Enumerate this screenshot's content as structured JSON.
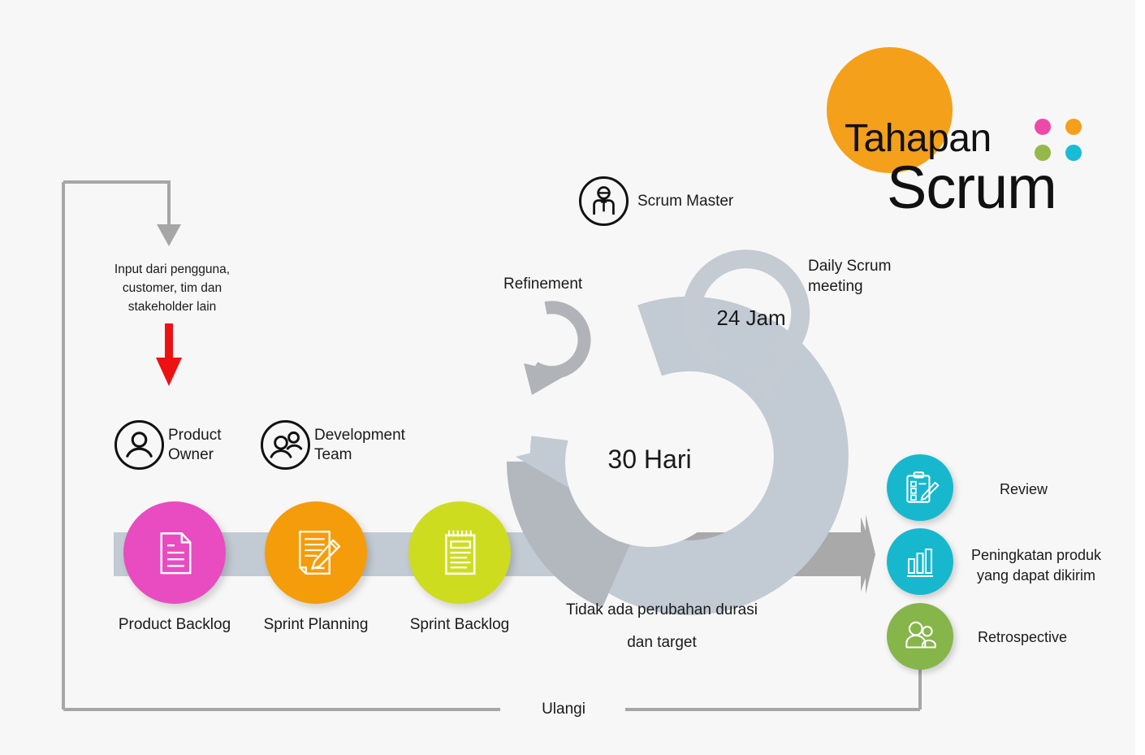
{
  "title": {
    "line1": "Tahapan",
    "line2": "Scrum",
    "dots": [
      {
        "name": "pink",
        "color": "#ec4aa8"
      },
      {
        "name": "orange",
        "color": "#f4a01b"
      },
      {
        "name": "green",
        "color": "#96b84a"
      },
      {
        "name": "cyan",
        "color": "#19bcd6"
      }
    ],
    "circle_color": "#f4a01b"
  },
  "input": {
    "note_line1": "Input dari pengguna,",
    "note_line2": "customer,  tim dan",
    "note_line3": "stakeholder lain",
    "arrow_color": "#ee1111",
    "connector_color": "#a6a6a6"
  },
  "roles": [
    {
      "id": "product-owner",
      "label_line1": "Product",
      "label_line2": "Owner",
      "icon": "person-icon"
    },
    {
      "id": "development-team",
      "label_line1": "Development",
      "label_line2": "Team",
      "icon": "people-icon"
    },
    {
      "id": "scrum-master",
      "label": "Scrum Master",
      "icon": "person-tie-icon"
    }
  ],
  "pipeline": [
    {
      "id": "product-backlog",
      "caption": "Product Backlog",
      "color": "#e84cc0",
      "icon": "document-icon"
    },
    {
      "id": "sprint-planning",
      "caption": "Sprint Planning",
      "color": "#f59c0b",
      "icon": "document-pencil-icon"
    },
    {
      "id": "sprint-backlog",
      "caption": "Sprint Backlog",
      "color": "#cddc1f",
      "icon": "notepad-icon"
    }
  ],
  "cycles": {
    "refinement_label": "Refinement",
    "daily_label_line1": "Daily Scrum",
    "daily_label_line2": "meeting",
    "daily_duration": "24 Jam",
    "sprint_duration": "30 Hari",
    "refinement_arc_color": "#b0b4b8",
    "daily_arc_color": "#c5cbd3",
    "sprint_ring_color": "#c2cad4"
  },
  "band": {
    "note_line1": "Tidak ada perubahan durasi",
    "note_line2": "dan target",
    "left_color": "#c2cad4",
    "right_color": "#a9a9a9"
  },
  "outputs": [
    {
      "id": "review",
      "label": "Review",
      "color": "#17b8ce",
      "icon": "clipboard-check-icon"
    },
    {
      "id": "increment",
      "label_line1": "Peningkatan produk",
      "label_line2": "yang dapat dikirim",
      "color": "#17b8ce",
      "icon": "bar-chart-icon"
    },
    {
      "id": "retrospective",
      "label": "Retrospective",
      "color": "#86b54a",
      "icon": "people-icon"
    }
  ],
  "loop": {
    "label": "Ulangi",
    "line_color": "#a6a6a6"
  }
}
